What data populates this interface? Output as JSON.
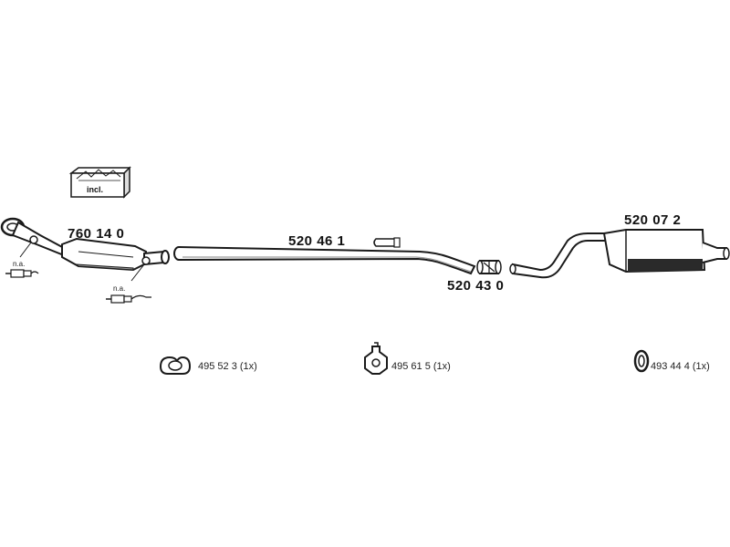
{
  "parts": {
    "catalyst": "760 14 0",
    "front_pipe": "520 46 1",
    "joint_pipe": "520 43 0",
    "rear_silencer": "520 07 2"
  },
  "sensor_note": "n.a.",
  "kit_label": "incl.",
  "accessories": [
    {
      "code": "495 52 3 (1x)"
    },
    {
      "code": "495 61 5 (1x)"
    },
    {
      "code": "493 44 4 (1x)"
    }
  ],
  "colors": {
    "line": "#1a1a1a",
    "fill": "#ffffff",
    "shade": "#9a9a9a",
    "dark": "#2a2a2a"
  }
}
